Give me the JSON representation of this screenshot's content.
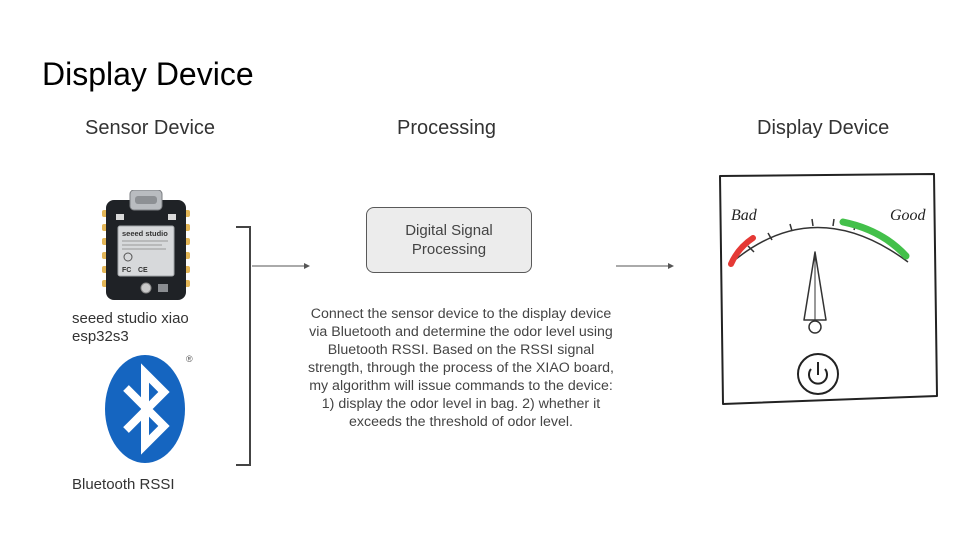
{
  "slide": {
    "title": "Display Device"
  },
  "columns": {
    "sensor": "Sensor Device",
    "processing": "Processing",
    "display": "Display Device"
  },
  "sensor": {
    "board_caption": "seeed studio xiao esp32s3",
    "board_brand": "seeed studio",
    "board_fc": "FC",
    "board_ce": "CE",
    "bluetooth_caption": "Bluetooth RSSI",
    "registered_mark": "®"
  },
  "processing": {
    "box_label": "Digital Signal Processing",
    "description": "Connect the sensor device to the display device via Bluetooth and determine the odor level using Bluetooth RSSI. Based on the RSSI signal strength, through the process of the XIAO board, my algorithm will issue commands to the device: 1) display the odor level in bag. 2) whether it exceeds the threshold of odor level."
  },
  "gauge": {
    "bad_label": "Bad",
    "good_label": "Good",
    "bad_color": "#e53935",
    "good_color": "#43c04a",
    "icon": "power-icon"
  },
  "colors": {
    "arrow": "#555555",
    "box_fill": "#ececec",
    "box_border": "#595959"
  }
}
